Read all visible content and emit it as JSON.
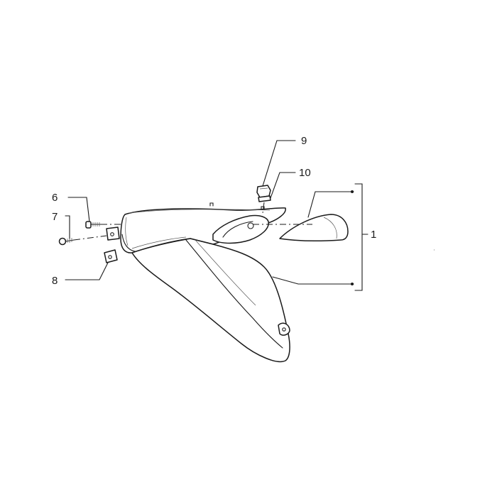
{
  "callouts": [
    {
      "id": "1",
      "label": "1"
    },
    {
      "id": "6",
      "label": "6"
    },
    {
      "id": "7",
      "label": "7"
    },
    {
      "id": "8",
      "label": "8"
    },
    {
      "id": "9",
      "label": "9"
    },
    {
      "id": "10",
      "label": "10"
    }
  ]
}
